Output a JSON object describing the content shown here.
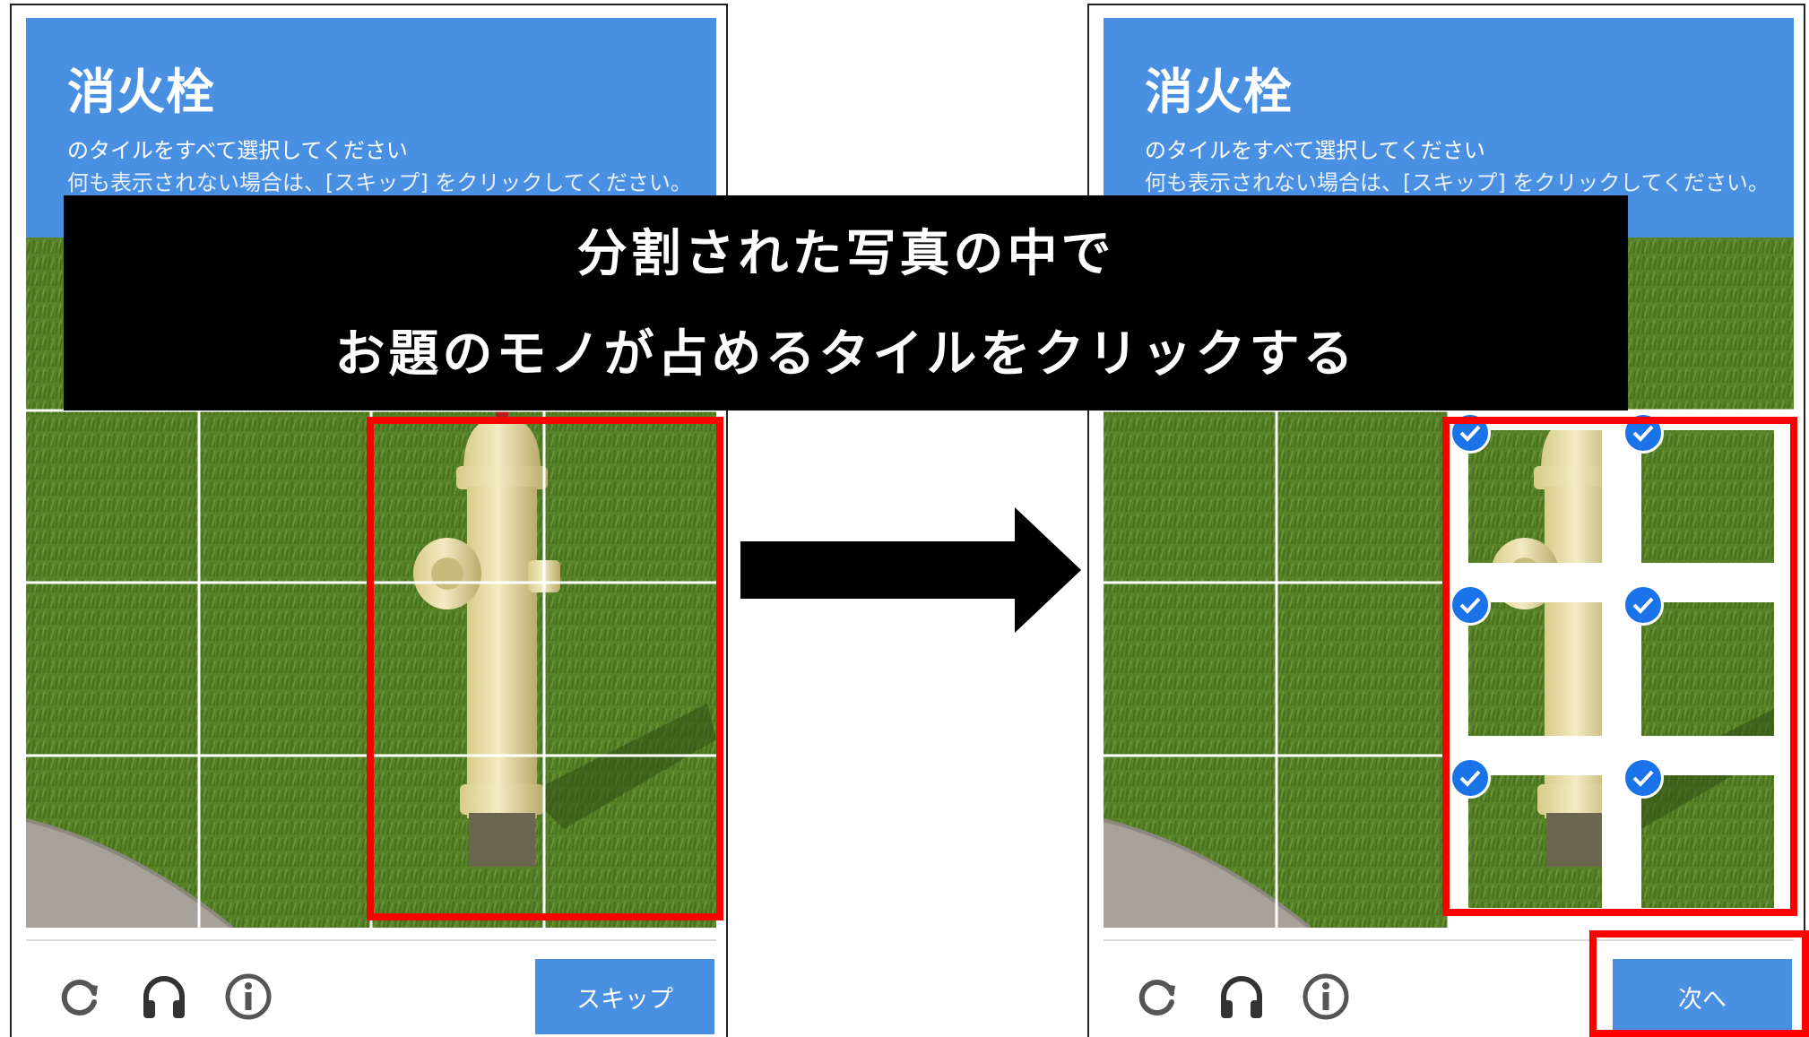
{
  "challenge": {
    "title": "消火栓",
    "instruction": "のタイルをすべて選択してください",
    "hint": "何も表示されない場合は、[スキップ] をクリックしてください。"
  },
  "left_panel": {
    "action_label": "スキップ"
  },
  "right_panel": {
    "action_label": "次へ",
    "selected_tiles": 6
  },
  "caption": {
    "line1": "分割された写真の中で",
    "line2": "お題のモノが占めるタイルをクリックする"
  },
  "icons": [
    "reload-icon",
    "audio-headphones-icon",
    "info-icon",
    "checkmark-icon",
    "right-arrow-icon"
  ],
  "colors": {
    "header_blue": "#4a90e2",
    "check_blue": "#1a73e8",
    "highlight_red": "#ff0000",
    "caption_bg": "#000000"
  }
}
